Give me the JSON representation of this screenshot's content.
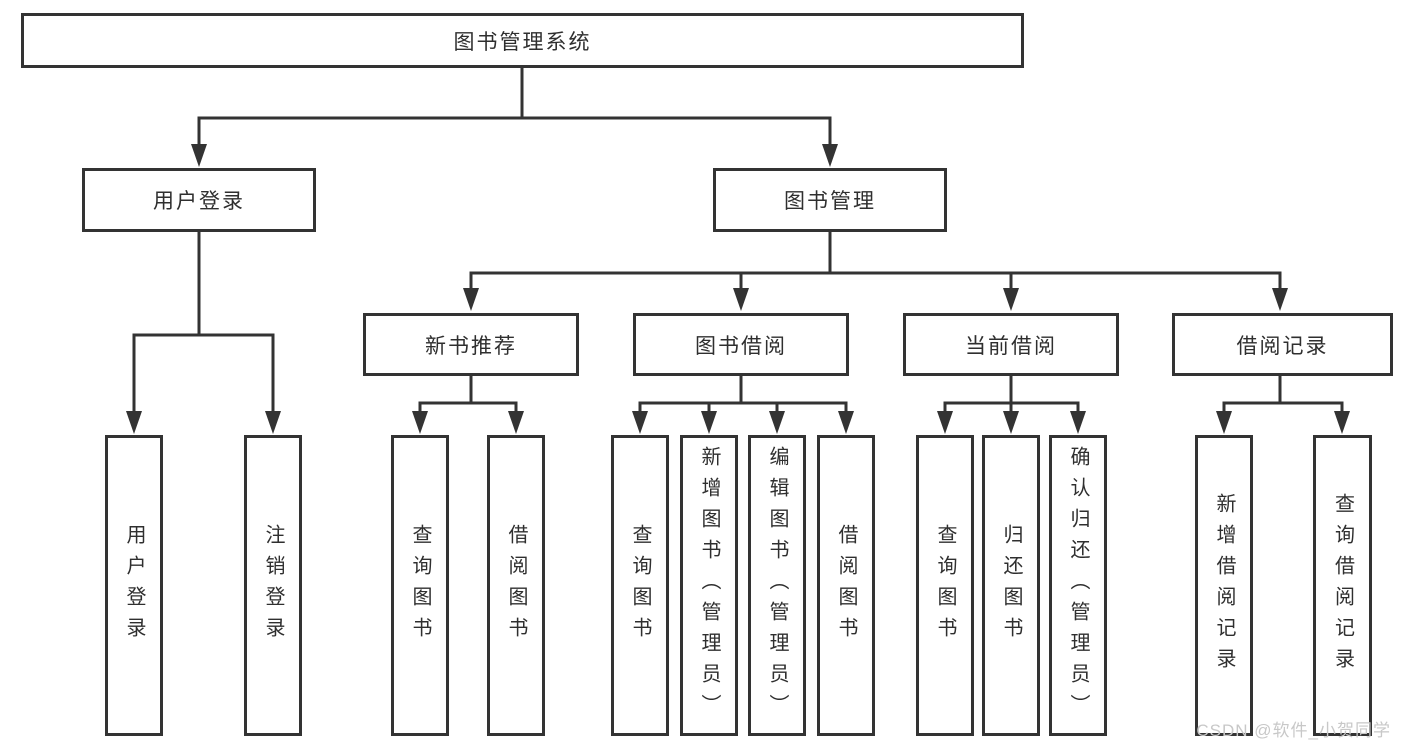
{
  "diagram": {
    "root_label": "图书管理系统",
    "user_login": {
      "label": "用户登录",
      "children": [
        {
          "label": "用户登录"
        },
        {
          "label": "注销登录"
        }
      ]
    },
    "book_mgmt": {
      "label": "图书管理",
      "sections": [
        {
          "label": "新书推荐",
          "children": [
            {
              "label": "查询图书"
            },
            {
              "label": "借阅图书"
            }
          ]
        },
        {
          "label": "图书借阅",
          "children": [
            {
              "label": "查询图书"
            },
            {
              "label": "新增图书（管理员）"
            },
            {
              "label": "编辑图书（管理员）"
            },
            {
              "label": "借阅图书"
            }
          ]
        },
        {
          "label": "当前借阅",
          "children": [
            {
              "label": "查询图书"
            },
            {
              "label": "归还图书"
            },
            {
              "label": "确认归还（管理员）"
            }
          ]
        },
        {
          "label": "借阅记录",
          "children": [
            {
              "label": "新增借阅记录"
            },
            {
              "label": "查询借阅记录"
            }
          ]
        }
      ]
    }
  },
  "watermark": {
    "text": "CSDN @软件_小贺同学"
  },
  "colors": {
    "line": "#333333",
    "box_border": "#333333",
    "text": "#2f2f2f",
    "watermark": "#c8c8c8",
    "background": "#ffffff"
  }
}
